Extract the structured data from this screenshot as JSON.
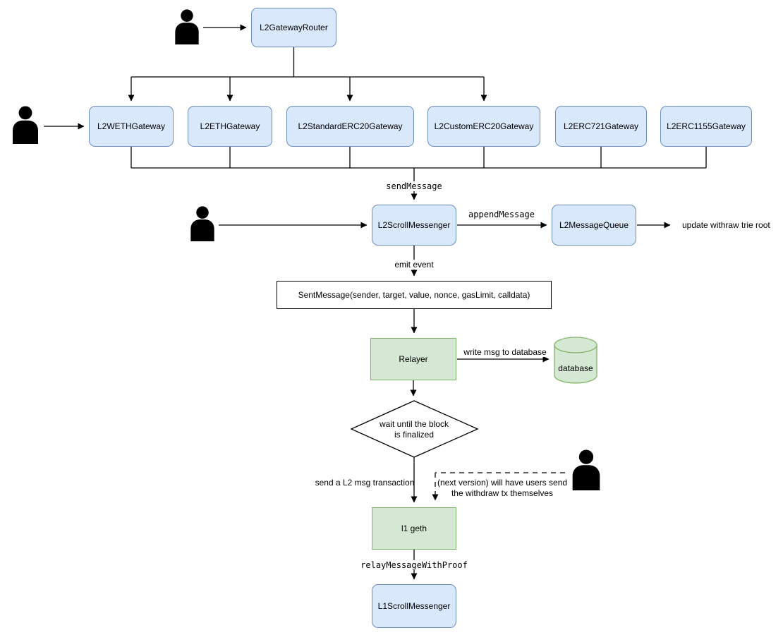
{
  "diagram": {
    "nodes": {
      "router": "L2GatewayRouter",
      "weth": "L2WETHGateway",
      "eth": "L2ETHGateway",
      "standard": "L2StandardERC20Gateway",
      "custom": "L2CustomERC20Gateway",
      "erc721": "L2ERC721Gateway",
      "erc1155": "L2ERC1155Gateway",
      "messenger": "L2ScrollMessenger",
      "queue": "L2MessageQueue",
      "sent_event": "SentMessage(sender, target, value, nonce, gasLimit, calldata)",
      "relayer": "Relayer",
      "database": "database",
      "diamond_line1": "wait until the block",
      "diamond_line2": "is finalized",
      "l1geth": "l1 geth",
      "l1messenger": "L1ScrollMessenger"
    },
    "edge_labels": {
      "send_message": "sendMessage",
      "append_message": "appendMessage",
      "update_root": "update withraw trie root",
      "emit_event": "emit event",
      "write_db": "write msg to database",
      "send_tx": "send a L2 msg transaction",
      "next_version_1": "(next version) will have users send",
      "next_version_2": "the withdraw tx themselves",
      "relay_proof": "relayMessageWithProof"
    },
    "colors": {
      "blue_fill": "#dae8fc",
      "blue_stroke": "#6c8ebf",
      "green_fill": "#d5e8d4",
      "green_stroke": "#82b366",
      "line": "#000000"
    }
  }
}
